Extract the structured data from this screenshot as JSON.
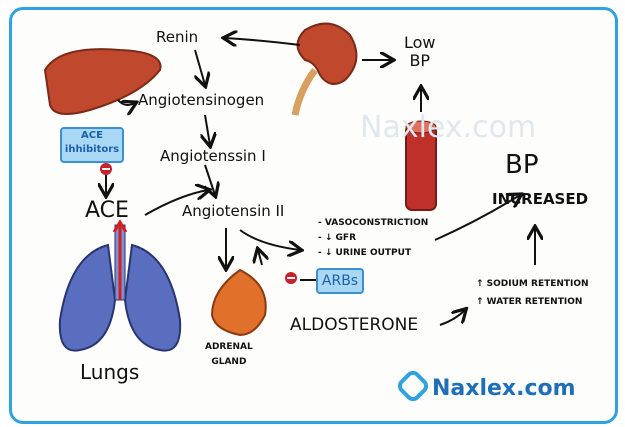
{
  "nodes": {
    "renin": "Renin",
    "angiotensinogen": "Angiotensinogen",
    "angiotensin1": "Angiotenssin I",
    "angiotensin2": "Angiotensin II",
    "ace": "ACE",
    "lungs": "Lungs",
    "adrenal": "ADRENAL\nGLAND",
    "aldosterone": "ALDOSTERONE",
    "low_bp": "Low\nBP",
    "bp": "BP",
    "increased": "INCREASED"
  },
  "effects": [
    "- VASOCONSTRICTION",
    "- ↓ GFR",
    "- ↓ URINE OUTPUT"
  ],
  "retention": [
    "↑ SODIUM RETENTION",
    "↑ WATER RETENTION"
  ],
  "ace_inhibitors": {
    "line1": "ACE",
    "line2": "ihhibitors"
  },
  "arbs": "ARBs",
  "watermark": "Naxlex.com",
  "brand": "Naxlex.com",
  "colors": {
    "frame": "#2ea3e0",
    "box": "#a9d8f5",
    "inhibit": "#c8202c",
    "organ": "#c0482c"
  }
}
